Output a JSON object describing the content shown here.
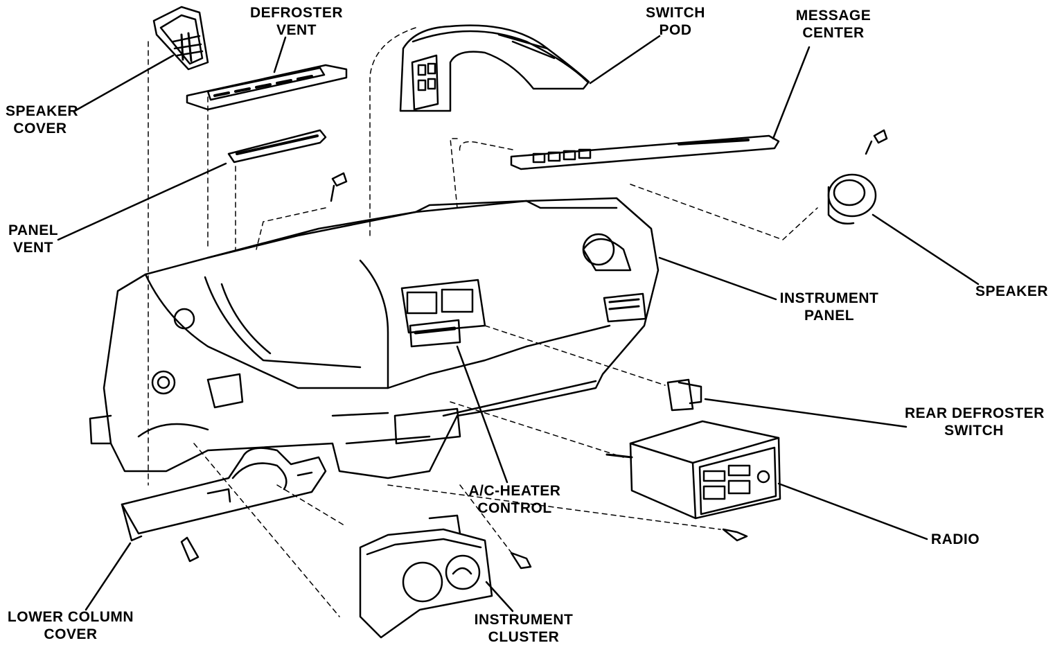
{
  "labels": {
    "speaker_cover": [
      "SPEAKER",
      "COVER"
    ],
    "defroster_vent": [
      "DEFROSTER",
      "VENT"
    ],
    "switch_pod": [
      "SWITCH",
      "POD"
    ],
    "message_center": [
      "MESSAGE",
      "CENTER"
    ],
    "panel_vent": [
      "PANEL",
      "VENT"
    ],
    "speaker": [
      "SPEAKER"
    ],
    "instrument_panel": [
      "INSTRUMENT",
      "PANEL"
    ],
    "rear_defroster_switch": [
      "REAR DEFROSTER",
      "SWITCH"
    ],
    "ac_heater_control": [
      "A/C-HEATER",
      "CONTROL"
    ],
    "radio": [
      "RADIO"
    ],
    "lower_column_cover": [
      "LOWER COLUMN",
      "COVER"
    ],
    "instrument_cluster": [
      "INSTRUMENT",
      "CLUSTER"
    ]
  },
  "colors": {
    "ink": "#000000",
    "paper": "#ffffff"
  }
}
